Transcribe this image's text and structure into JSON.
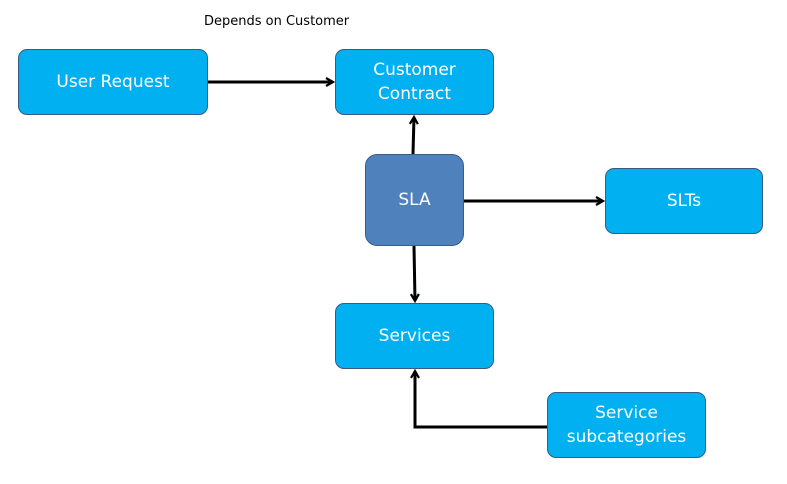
{
  "annotation": "Depends on Customer",
  "nodes": {
    "user_request": "User Request",
    "customer_contract": "Customer\nContract",
    "sla": "SLA",
    "slts": "SLTs",
    "services": "Services",
    "service_subcategories": "Service\nsubcategories"
  },
  "colors": {
    "node_fill": "#00b0f0",
    "central_fill": "#4f81bd",
    "edge": "#000000"
  }
}
